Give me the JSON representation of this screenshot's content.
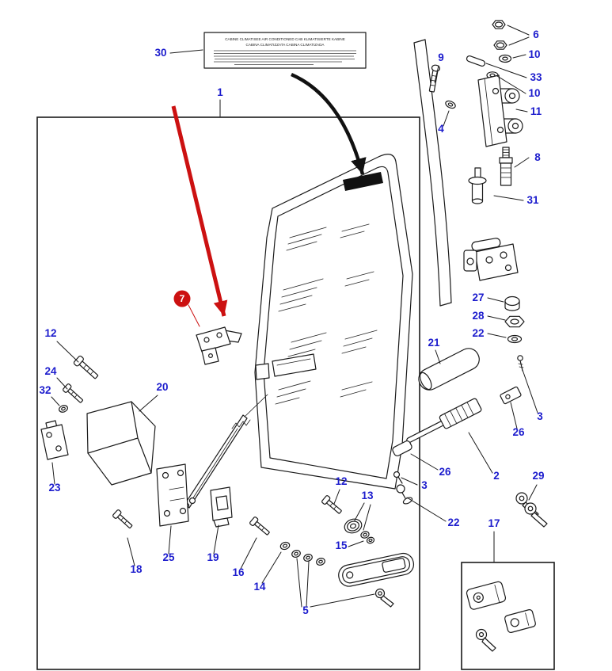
{
  "colors": {
    "callout_blue": "#1c1ccd",
    "highlight_red": "#cc1111",
    "ink": "#1a1a1a"
  },
  "label_plate": {
    "line1": "CABINE CLIMATISEE   AIR CONDITIONED CAB   KLIMATISIERTE KABINE",
    "line2": "CABINA CLIMATIZZATA   CABINA CLIMATIZADA"
  },
  "callouts": [
    {
      "ref": "30"
    },
    {
      "ref": "1"
    },
    {
      "ref": "9"
    },
    {
      "ref": "6"
    },
    {
      "ref": "10"
    },
    {
      "ref": "33"
    },
    {
      "ref": "10"
    },
    {
      "ref": "11"
    },
    {
      "ref": "4"
    },
    {
      "ref": "8"
    },
    {
      "ref": "31"
    },
    {
      "ref": "27"
    },
    {
      "ref": "28"
    },
    {
      "ref": "22"
    },
    {
      "ref": "21"
    },
    {
      "ref": "3"
    },
    {
      "ref": "26"
    },
    {
      "ref": "2"
    },
    {
      "ref": "26"
    },
    {
      "ref": "22"
    },
    {
      "ref": "3"
    },
    {
      "ref": "29"
    },
    {
      "ref": "17"
    },
    {
      "ref": "12"
    },
    {
      "ref": "24"
    },
    {
      "ref": "32"
    },
    {
      "ref": "23"
    },
    {
      "ref": "20"
    },
    {
      "ref": "25"
    },
    {
      "ref": "18"
    },
    {
      "ref": "19"
    },
    {
      "ref": "16"
    },
    {
      "ref": "14"
    },
    {
      "ref": "5"
    },
    {
      "ref": "12"
    },
    {
      "ref": "13"
    },
    {
      "ref": "15"
    },
    {
      "ref": "7",
      "highlighted": true
    }
  ]
}
